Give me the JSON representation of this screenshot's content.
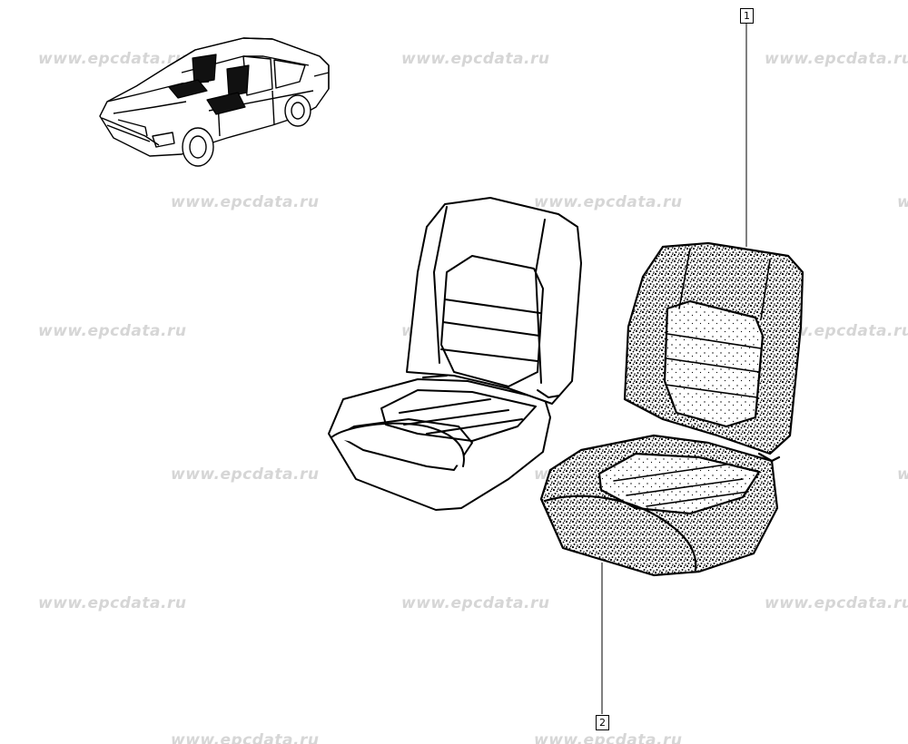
{
  "watermark": "www.epcdata.ru",
  "callouts": {
    "part1": "1",
    "part2": "2"
  },
  "colors": {
    "line": "#000000",
    "watermark": "#d6d6d6",
    "background": "#ffffff"
  }
}
